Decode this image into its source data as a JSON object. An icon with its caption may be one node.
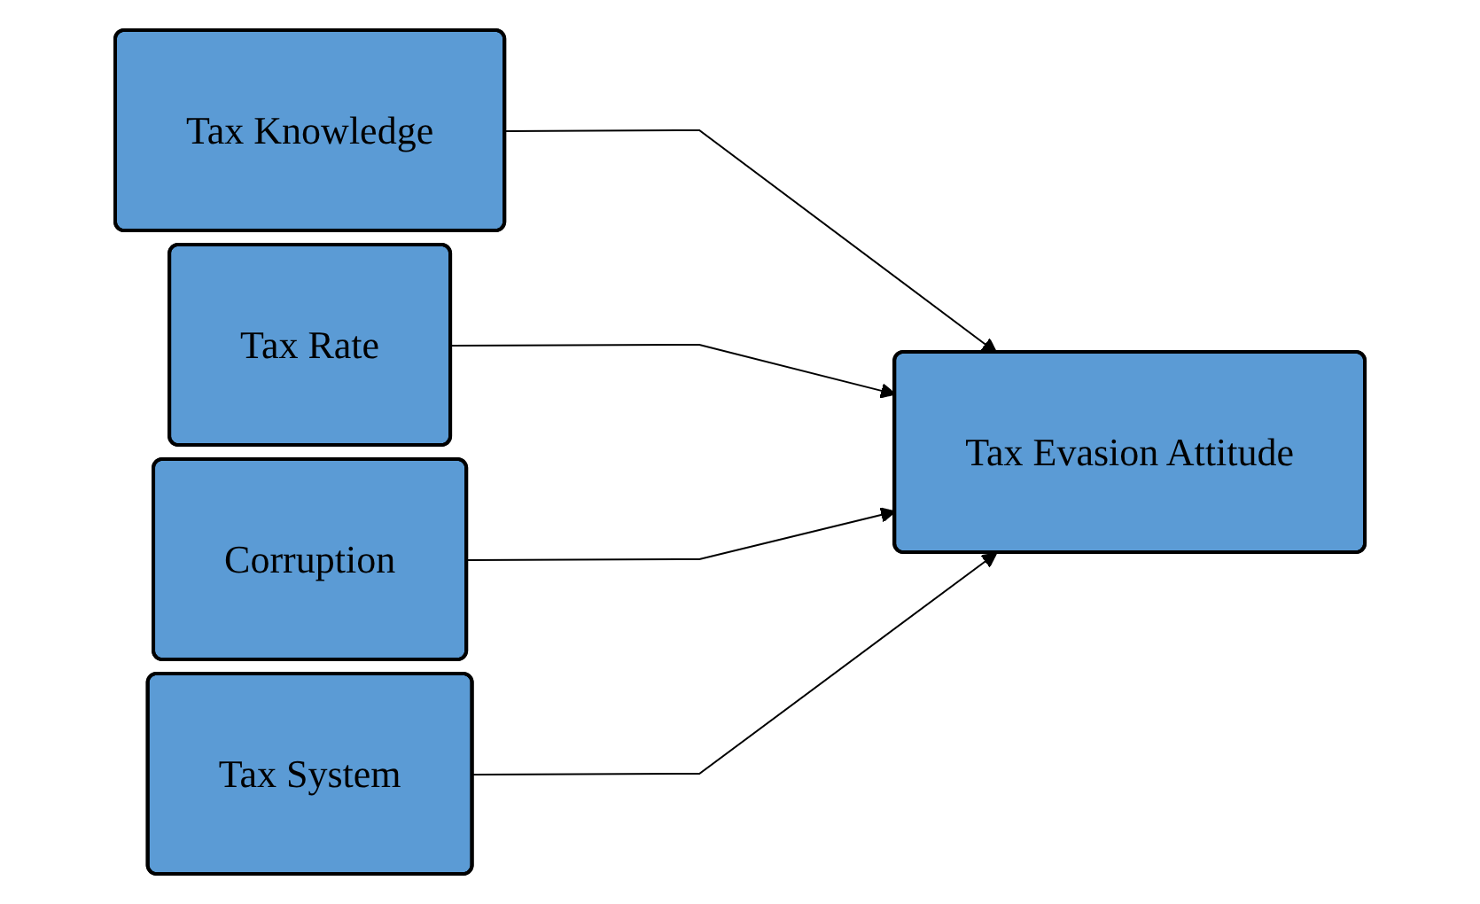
{
  "diagram": {
    "nodes": [
      {
        "text": [
          "Tax Knowledge"
        ]
      },
      {
        "text": [
          "Tax Rate"
        ]
      },
      {
        "text": [
          "Corruption"
        ]
      },
      {
        "text": [
          "Tax System"
        ]
      },
      {
        "text": [
          "Tax Evasion Attitude"
        ]
      }
    ],
    "edges": [
      {
        "from": 0,
        "to": 4,
        "arrow": "to"
      },
      {
        "from": 1,
        "to": 4,
        "arrow": "to"
      },
      {
        "from": 2,
        "to": 4,
        "arrow": "to"
      },
      {
        "from": 3,
        "to": 4,
        "arrow": "to"
      }
    ]
  }
}
